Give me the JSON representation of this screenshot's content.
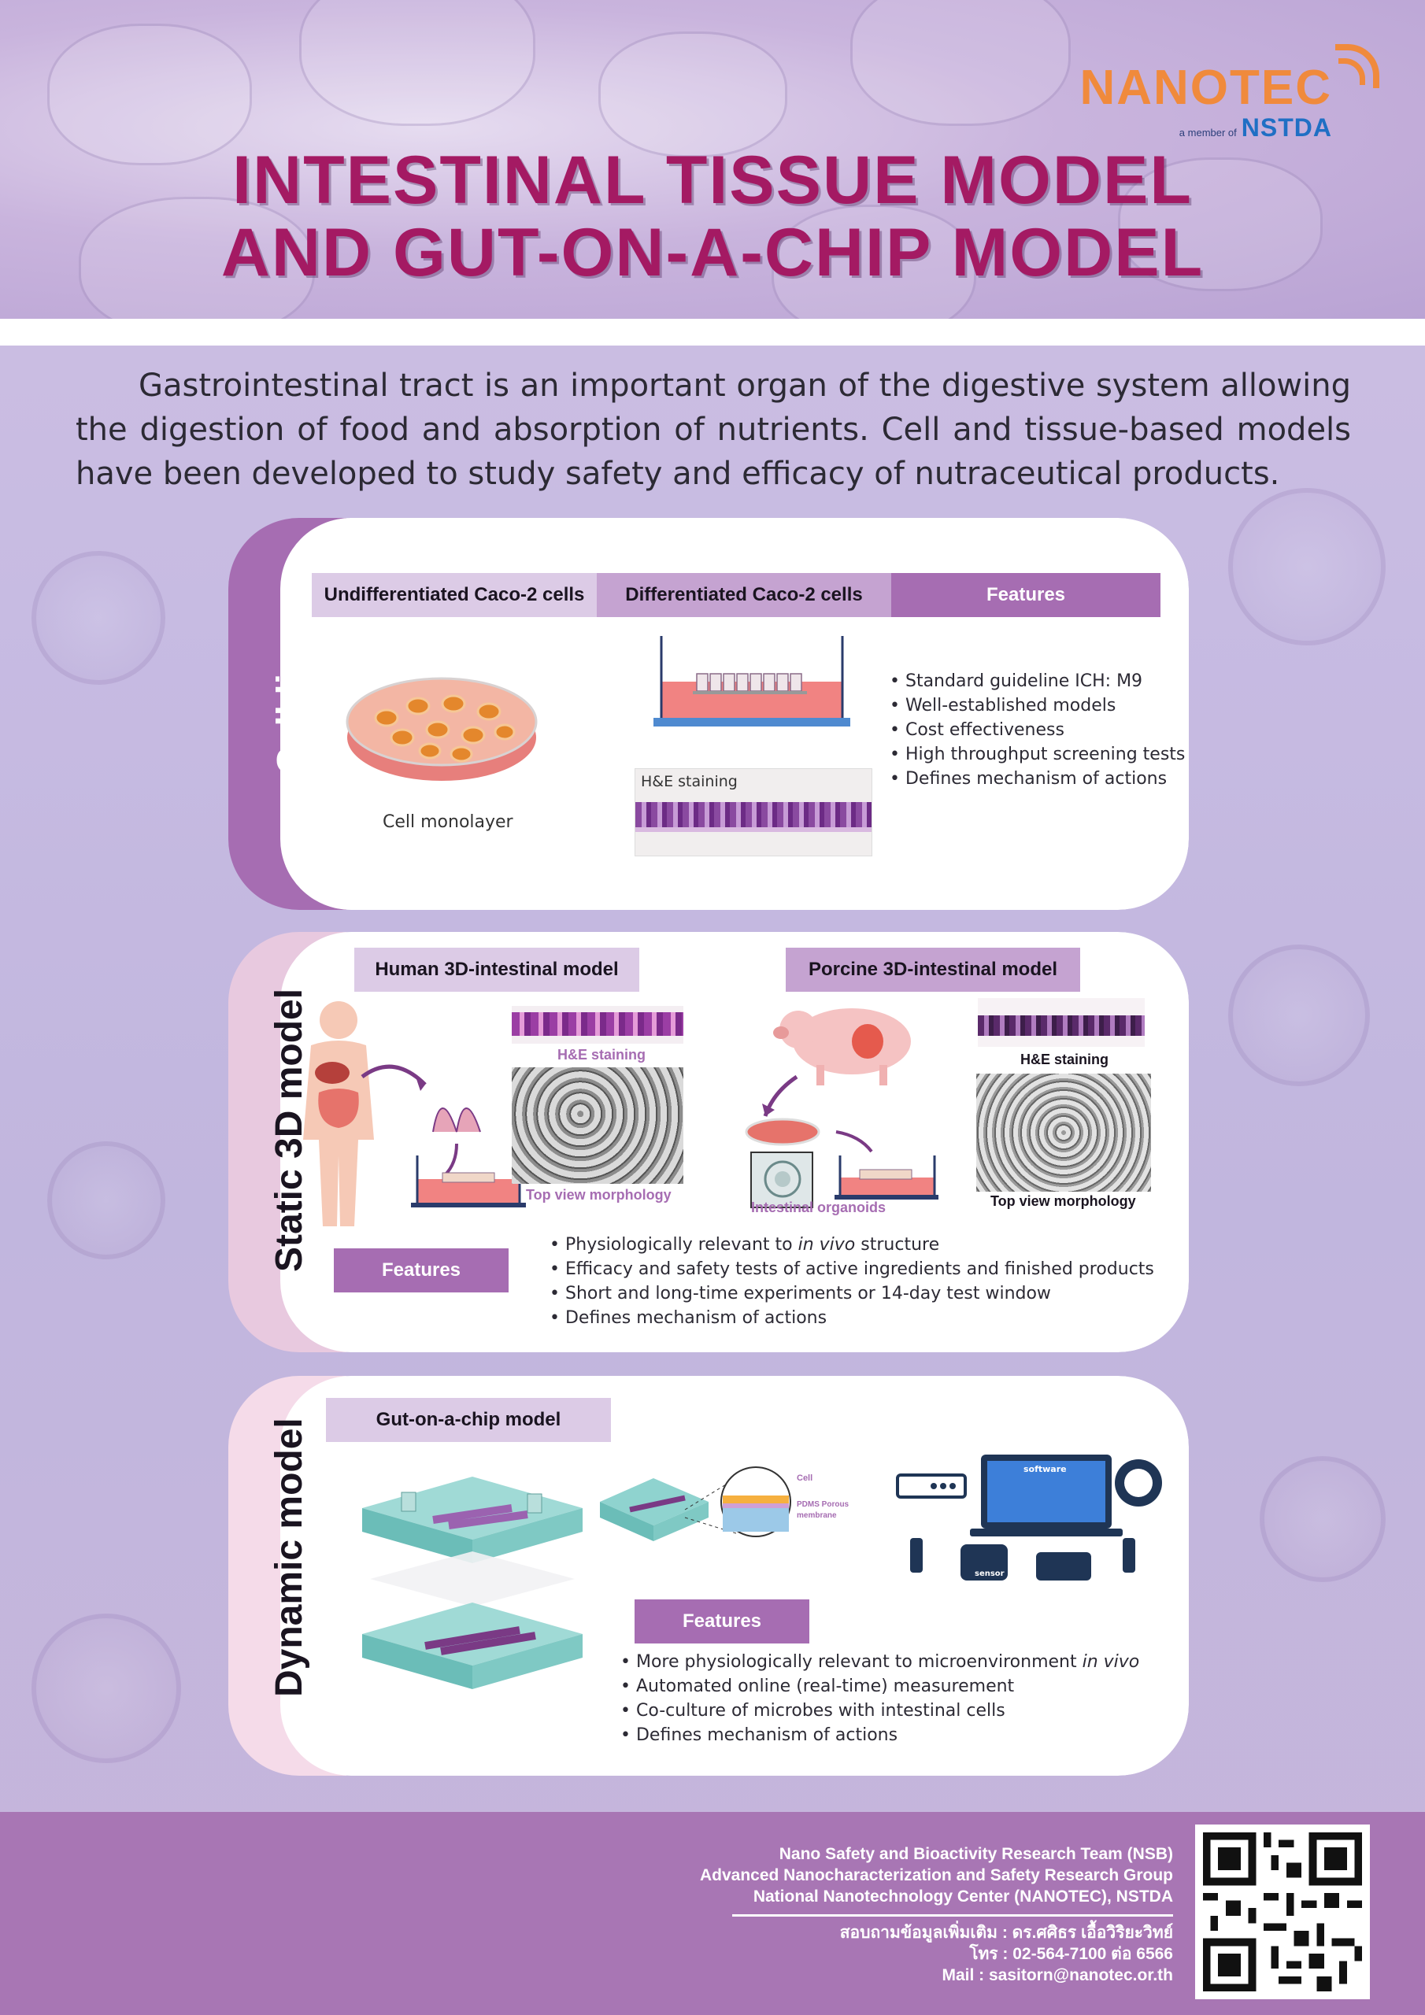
{
  "logo": {
    "brand": "NANOTEC",
    "member_of_prefix": "a member of",
    "member_of_org": "NSTDA"
  },
  "title": {
    "line1": "INTESTINAL TISSUE MODEL",
    "line2": "AND GUT-ON-A-CHIP MODEL"
  },
  "intro": "Gastrointestinal tract is an important organ of the digestive system allowing the digestion of food and absorption of nutrients. Cell and tissue-based models have been developed to study safety and efficacy of nutraceutical products.",
  "cell_line": {
    "side_label": "Cell line",
    "headers": [
      "Undifferentiated Caco-2 cells",
      "Differentiated Caco-2 cells",
      "Features"
    ],
    "monolayer_caption": "Cell monolayer",
    "he_caption": "H&E staining",
    "features": [
      "Standard guideline ICH: M9",
      "Well-established models",
      "Cost effectiveness",
      "High throughput screening tests",
      "Defines mechanism of actions"
    ]
  },
  "static_3d": {
    "side_label": "Static 3D model",
    "human_header": "Human 3D-intestinal model",
    "porcine_header": "Porcine 3D-intestinal model",
    "human_he": "H&E staining",
    "human_top": "Top view morphology",
    "porcine_he": "H&E staining",
    "porcine_top": "Top view morphology",
    "organoids": "Intestinal organoids",
    "features_header": "Features",
    "features": [
      {
        "pre": "Physiologically relevant to ",
        "em": "in vivo",
        "post": " structure"
      },
      {
        "pre": "Efficacy and safety tests of active ingredients and finished products",
        "em": "",
        "post": ""
      },
      {
        "pre": "Short and long-time experiments or 14-day test window",
        "em": "",
        "post": ""
      },
      {
        "pre": "Defines mechanism of actions",
        "em": "",
        "post": ""
      }
    ]
  },
  "dynamic": {
    "side_label": "Dynamic model",
    "header": "Gut-on-a-chip model",
    "features_header": "Features",
    "chip_labels": {
      "cell": "Cell",
      "pdms": "PDMS Porous",
      "membrane": "membrane"
    },
    "software_label": "software",
    "sensor_label": "sensor",
    "features": [
      {
        "pre": "More physiologically relevant to microenvironment ",
        "em": "in vivo",
        "post": ""
      },
      {
        "pre": "Automated online (real-time) measurement",
        "em": "",
        "post": ""
      },
      {
        "pre": "Co-culture of microbes with intestinal cells",
        "em": "",
        "post": ""
      },
      {
        "pre": "Defines mechanism of actions",
        "em": "",
        "post": ""
      }
    ]
  },
  "footer": {
    "lines": [
      "Nano Safety and Bioactivity Research Team (NSB)",
      "Advanced Nanocharacterization and Safety Research Group",
      "National Nanotechnology Center (NANOTEC), NSTDA"
    ],
    "contact": [
      "สอบถามข้อมูลเพิ่มเติม : ดร.ศศิธร เอื้อวิริยะวิทย์",
      "โทร : 02-564-7100 ต่อ 6566",
      "Mail : sasitorn@nanotec.or.th"
    ]
  },
  "colors": {
    "title": "#a41a63",
    "accent_purple": "#a66db2",
    "footer": "#a876b4",
    "logo_orange": "#f08a3c",
    "logo_blue": "#1f6fc4"
  }
}
